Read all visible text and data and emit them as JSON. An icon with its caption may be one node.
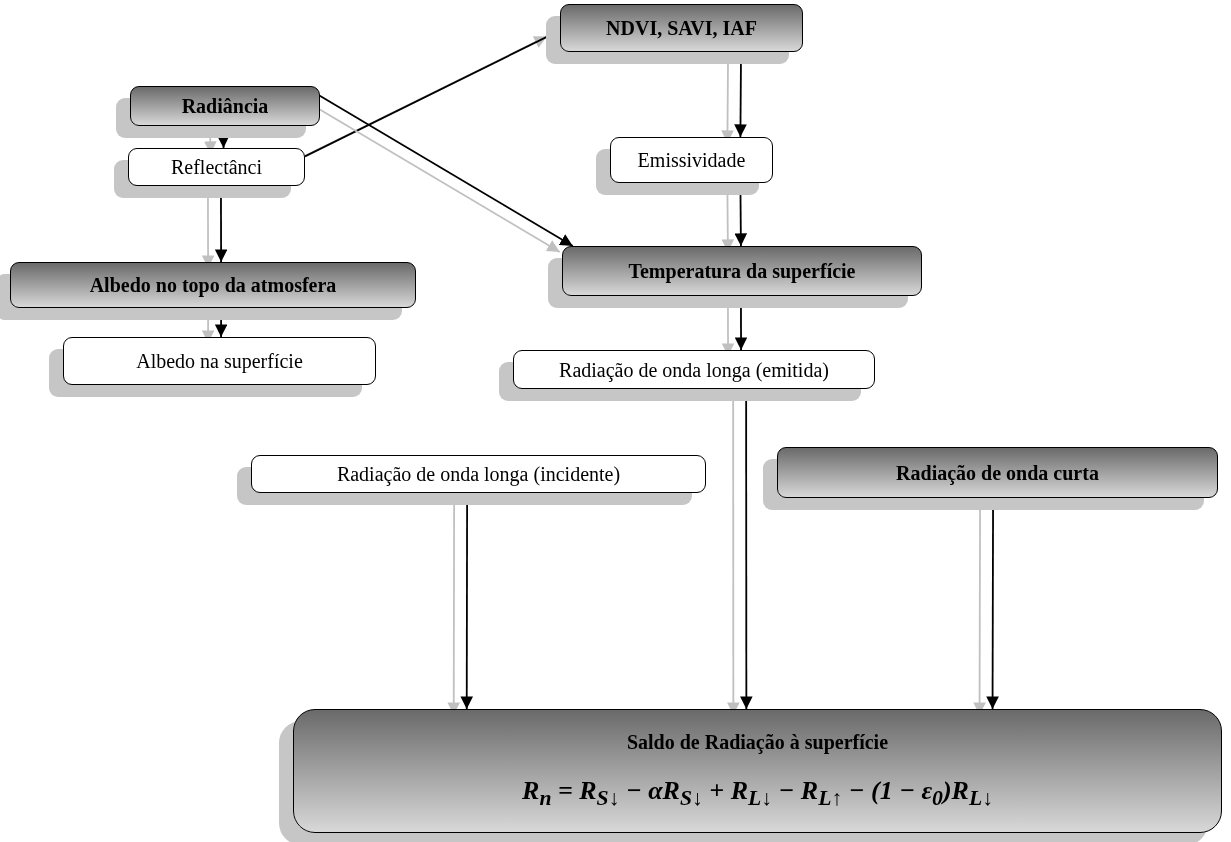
{
  "diagram": {
    "nodes": [
      {
        "text": [
          "Radiância"
        ]
      },
      {
        "text": [
          "Reflectânci"
        ]
      },
      {
        "text": [
          "Albedo no topo da atmosfera"
        ]
      },
      {
        "text": [
          "Albedo na superfície"
        ]
      },
      {
        "text": [
          "NDVI, SAVI, IAF"
        ]
      },
      {
        "text": [
          "Emissividade"
        ]
      },
      {
        "text": [
          "Temperatura da superfície"
        ]
      },
      {
        "text": [
          "Radiação de onda longa (emitida)"
        ]
      },
      {
        "text": [
          "Radiação de onda longa (incidente)"
        ]
      },
      {
        "text": [
          "Radiação de onda curta"
        ]
      },
      {
        "text": [
          "Saldo de Radiação à superfície",
          "R$_{n}$ = R$_{S↓}$ − αR$_{S↓}$ + R$_{L↓}$ − R$_{L↑}$ − (1 − ε$_{0}$)R$_{L↓}$"
        ]
      }
    ],
    "edges": [
      {
        "from": 0,
        "to": 1,
        "arrow": "to"
      },
      {
        "from": 1,
        "to": 4,
        "arrow": "to"
      },
      {
        "from": 0,
        "to": 6,
        "arrow": "to"
      },
      {
        "from": 4,
        "to": 5,
        "arrow": "to"
      },
      {
        "from": 5,
        "to": 6,
        "arrow": "to"
      },
      {
        "from": 1,
        "to": 2,
        "arrow": "to"
      },
      {
        "from": 2,
        "to": 3,
        "arrow": "to"
      },
      {
        "from": 6,
        "to": 7,
        "arrow": "to"
      },
      {
        "from": 7,
        "to": 10,
        "arrow": "to"
      },
      {
        "from": 8,
        "to": 10,
        "arrow": "to"
      },
      {
        "from": 9,
        "to": 10,
        "arrow": "to"
      }
    ]
  }
}
